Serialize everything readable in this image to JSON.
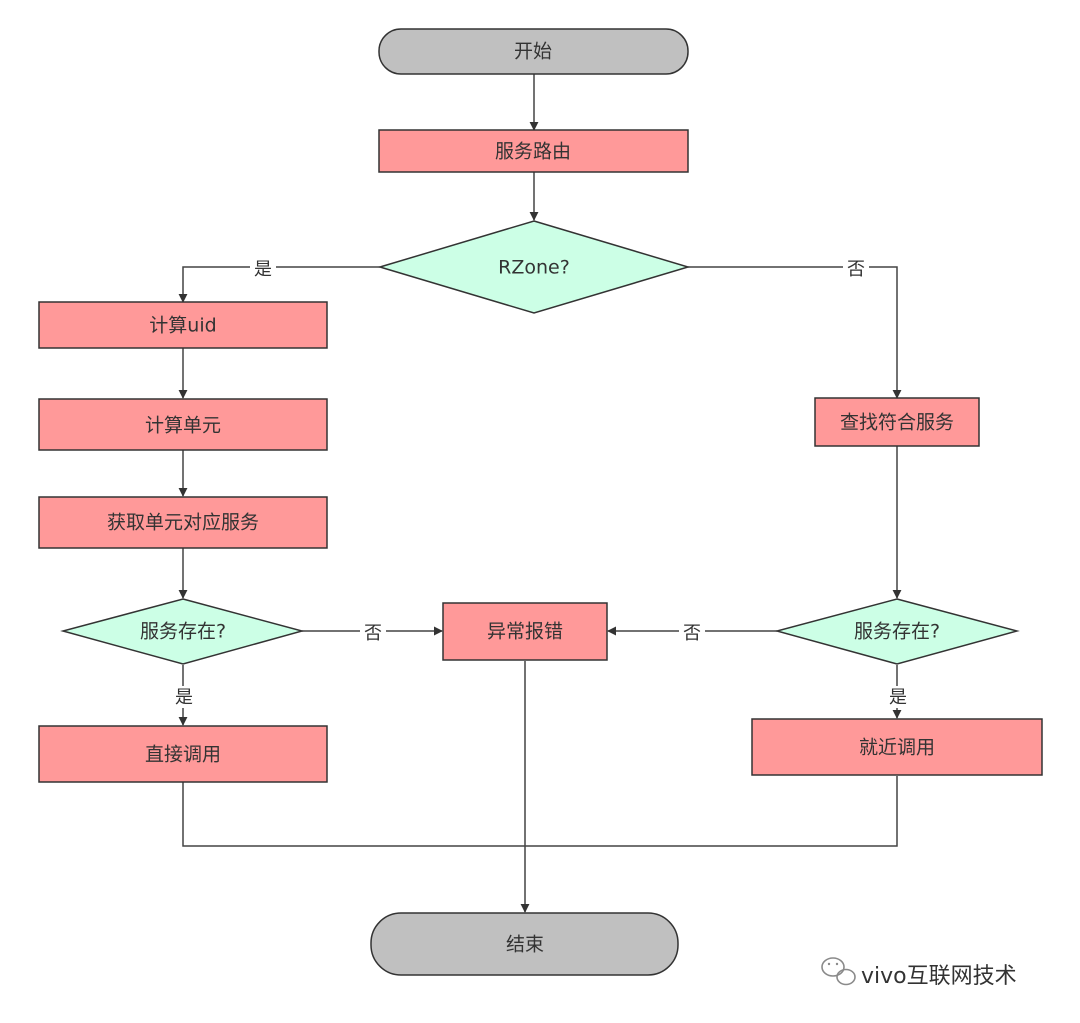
{
  "nodes": {
    "start": "开始",
    "service_routing": "服务路由",
    "rzone_decision": "RZone?",
    "compute_uid": "计算uid",
    "compute_unit": "计算单元",
    "get_unit_service": "获取单元对应服务",
    "service_exists_left": "服务存在?",
    "exception_error": "异常报错",
    "service_exists_right": "服务存在?",
    "find_matching_service": "查找符合服务",
    "direct_call": "直接调用",
    "nearby_call": "就近调用",
    "end": "结束"
  },
  "edges": {
    "yes": "是",
    "no": "否"
  },
  "watermark": {
    "text": "vivo互联网技术",
    "icon": "wechat-icon"
  },
  "colors": {
    "terminal": "#c0c0c0",
    "process": "#ff9999",
    "decision": "#ccffe6",
    "stroke": "#333333",
    "line": "#444444"
  }
}
